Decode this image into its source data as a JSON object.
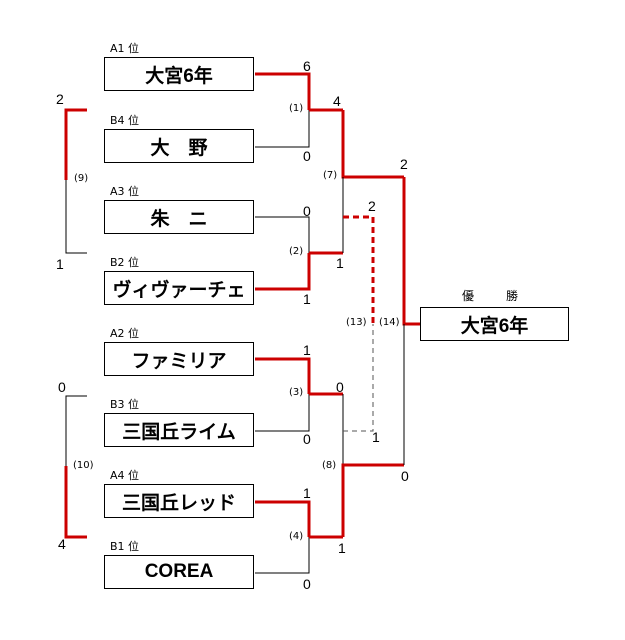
{
  "colors": {
    "win": "#cc0000",
    "loss": "#000000",
    "dashed_loss": "#555555"
  },
  "teams": [
    {
      "seed": "A1 位",
      "name": "大宮6年"
    },
    {
      "seed": "B4 位",
      "name": "大　野"
    },
    {
      "seed": "A3 位",
      "name": "朱　ニ"
    },
    {
      "seed": "B2 位",
      "name": "ヴィヴァーチェ"
    },
    {
      "seed": "A2 位",
      "name": "ファミリア"
    },
    {
      "seed": "B3 位",
      "name": "三国丘ライム"
    },
    {
      "seed": "A4 位",
      "name": "三国丘レッド"
    },
    {
      "seed": "B1 位",
      "name": "COREA"
    }
  ],
  "matches": [
    {
      "label": "(1)",
      "score_top": "6",
      "score_bottom": "0"
    },
    {
      "label": "(2)",
      "score_top": "0",
      "score_bottom": "1"
    },
    {
      "label": "(3)",
      "score_top": "1",
      "score_bottom": "0"
    },
    {
      "label": "(4)",
      "score_top": "1",
      "score_bottom": "0"
    },
    {
      "label": "(7)",
      "score_top": "4",
      "score_bottom": "1"
    },
    {
      "label": "(8)",
      "score_top": "0",
      "score_bottom": "1"
    },
    {
      "label": "(9)",
      "score_top": "2",
      "score_bottom": "1"
    },
    {
      "label": "(10)",
      "score_top": "0",
      "score_bottom": "4"
    },
    {
      "label": "(13)",
      "score_top": "2",
      "score_bottom": "1"
    },
    {
      "label": "(14)",
      "score_top": "2",
      "score_bottom": "0"
    }
  ],
  "champion": {
    "label": "優　勝",
    "name": "大宮6年"
  }
}
